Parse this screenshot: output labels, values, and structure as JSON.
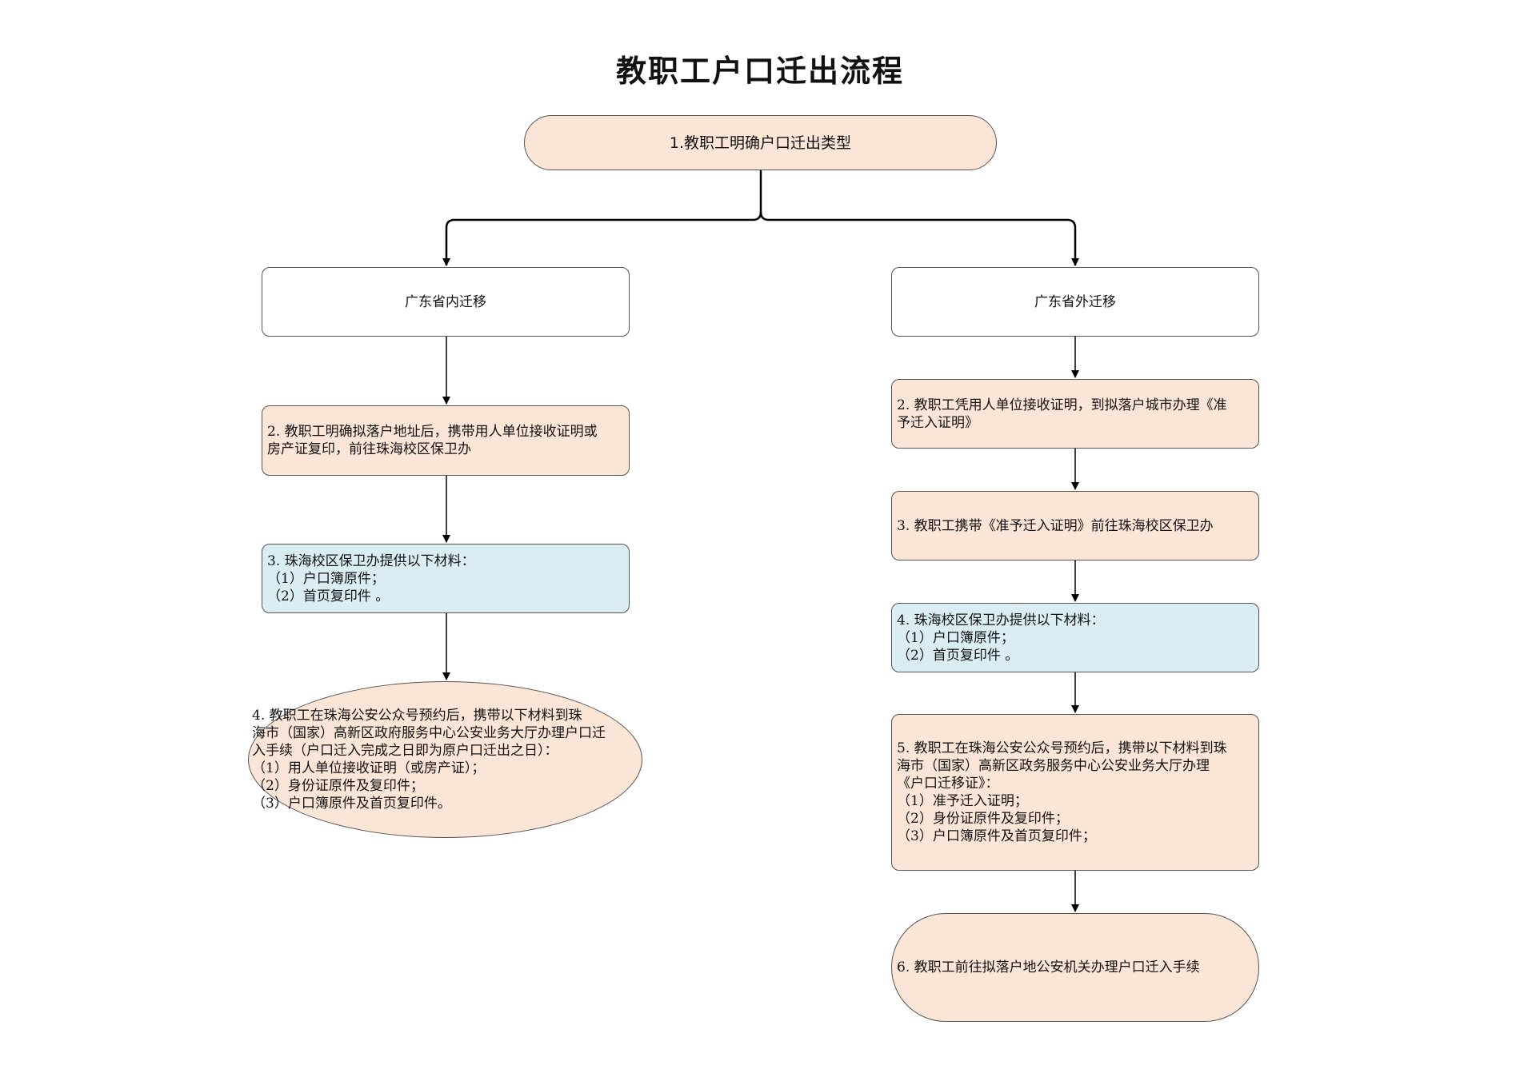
{
  "title": "教职工户口迁出流程",
  "nodes": {
    "start": "1.教职工明确户口迁出类型",
    "in_province": "广东省内迁移",
    "out_province": "广东省外迁移",
    "in_step2": "2. 教职工明确拟落户地址后，携带用人单位接收证明或\n房产证复印，前往珠海校区保卫办",
    "in_step3": "3. 珠海校区保卫办提供以下材料：\n（1）户口簿原件；\n（2）首页复印件 。",
    "in_step4": "    4. 教职工在珠海公安公众号预约后，携带以下材料到珠\n海市（国家）高新区政府服务中心公安业务大厅办理户口迁\n入手续（户口迁入完成之日即为原户口迁出之日）：\n（1）用人单位接收证明（或房产证）；\n（2）身份证原件及复印件；\n（3）户口簿原件及首页复印件。",
    "out_step2": "2. 教职工凭用人单位接收证明，到拟落户城市办理《准\n予迁入证明》",
    "out_step3": "3. 教职工携带《准予迁入证明》前往珠海校区保卫办",
    "out_step4": "4. 珠海校区保卫办提供以下材料：\n（1）户口簿原件；\n（2）首页复印件 。",
    "out_step5": "5. 教职工在珠海公安公众号预约后，携带以下材料到珠\n海市（国家）高新区政务服务中心公安业务大厅办理\n《户口迁移证》：\n（1）准予迁入证明；\n（2）身份证原件及复印件；\n（3）户口簿原件及首页复印件；",
    "out_step6": "6. 教职工前往拟落户地公安机关办理户口迁入手续"
  },
  "colors": {
    "peach": "#fbe5d6",
    "blue": "#daedf3",
    "border": "#555555",
    "arrow": "#000000"
  }
}
